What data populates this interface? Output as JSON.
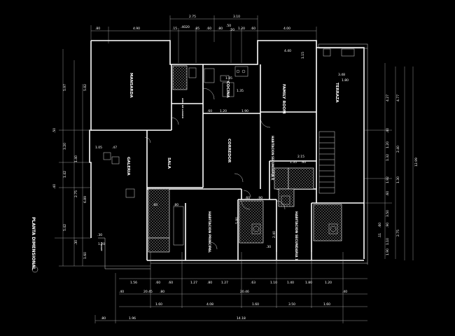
{
  "title": "PLANTA DIMENSIONAL",
  "rooms": {
    "mansarda": "MANSARDA",
    "cocina": "COCINA",
    "family_room": "FAMILY ROOM",
    "terraza": "TERRAZA",
    "galeria": "GALERIA",
    "sala": "SALA",
    "corredor": "CORREDOR",
    "habitacion_secundaria_2": "HABITACION SECUNDARIA 2",
    "habitacion_principal": "HABITACION PRINCIPAL",
    "habitacion_secundaria_1": "HABITACION SECUNDARIA 1",
    "area_lavado": "AREA DE LAVADO",
    "closet": "CLOSET"
  },
  "dims_top": {
    "row1": [
      "2.75",
      "3.10"
    ],
    "row2": [
      ".80",
      "4.90",
      ".15",
      ".4020",
      ".85",
      ".60",
      ".80",
      ".50",
      ".20",
      "1.20",
      ".60",
      "4.00"
    ]
  },
  "dims_interior": [
    "4.40",
    "1.15",
    "1.80",
    "3.48",
    "1.85",
    "1.35",
    ".60",
    "1.20",
    "1.90",
    "2.15",
    "1.35",
    ".60",
    ".60",
    ".90",
    ".60",
    ".80",
    "1.30",
    "2.40",
    "5.80",
    ".30",
    "1.20"
  ],
  "dims_left": [
    "5.97",
    "5.82",
    ".50",
    "3.20",
    "1.42",
    ".40",
    "2.75",
    "1.40",
    "5.42",
    "6.89",
    ".30",
    "1.60",
    ".30",
    "1.05",
    ".47"
  ],
  "dims_right": [
    "4.77",
    "4.27",
    ".40",
    "2.40",
    "1.20",
    "1.32",
    "12.99",
    "1.30",
    "1.92",
    ".60",
    "2.75",
    "3.50",
    ".90",
    ".11",
    "1.10",
    ".60",
    "1.90"
  ],
  "dims_bottom": {
    "row1": [
      "1.56",
      ".60",
      ".60",
      "1.27",
      ".80",
      "1.27",
      ".63",
      "1.10",
      "1.40",
      "1.80",
      "1.20"
    ],
    "row2": [
      ".40",
      "20.45",
      ".80",
      "20.46",
      ".40"
    ],
    "row3": [
      "1.60",
      "4.08",
      "1.60",
      "3.50",
      "1.60"
    ],
    "row4": [
      ".80",
      "1.96",
      "14.18"
    ]
  },
  "colors": {
    "background": "#000000",
    "lines": "#ffffff"
  }
}
